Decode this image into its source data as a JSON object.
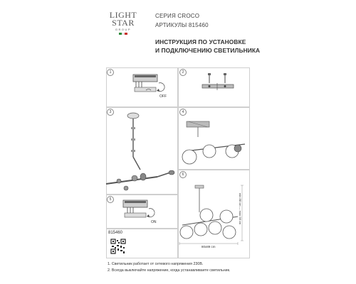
{
  "logo": {
    "line1": "LIGHT",
    "line2": "STAR",
    "line3": "GROUP",
    "flag_colors": [
      "#2d8b3a",
      "#ffffff",
      "#c8312b"
    ]
  },
  "header": {
    "series": "СЕРИЯ CROCO",
    "articles": "АРТИКУЛЫ 815460",
    "title_line1": "ИНСТРУКЦИЯ ПО УСТАНОВКЕ",
    "title_line2": "И ПОДКЛЮЧЕНИЮ СВЕТИЛЬНИКА"
  },
  "steps": {
    "s1": {
      "number": "1",
      "label": "OFF"
    },
    "s2": {
      "number": "2"
    },
    "s3": {
      "number": "3"
    },
    "s4": {
      "number": "4"
    },
    "s5": {
      "number": "5",
      "label": "ON"
    },
    "s6": {
      "number": "6"
    }
  },
  "dimensions": {
    "height": "min 88 cm — max 98 cm",
    "width": "80x89 cm"
  },
  "article_number": "815460",
  "notes": [
    "1. Светильник работает от сетевого напряжения 230В.",
    "2. Всегда выключайте напряжение, когда устанавливаете светильник."
  ]
}
